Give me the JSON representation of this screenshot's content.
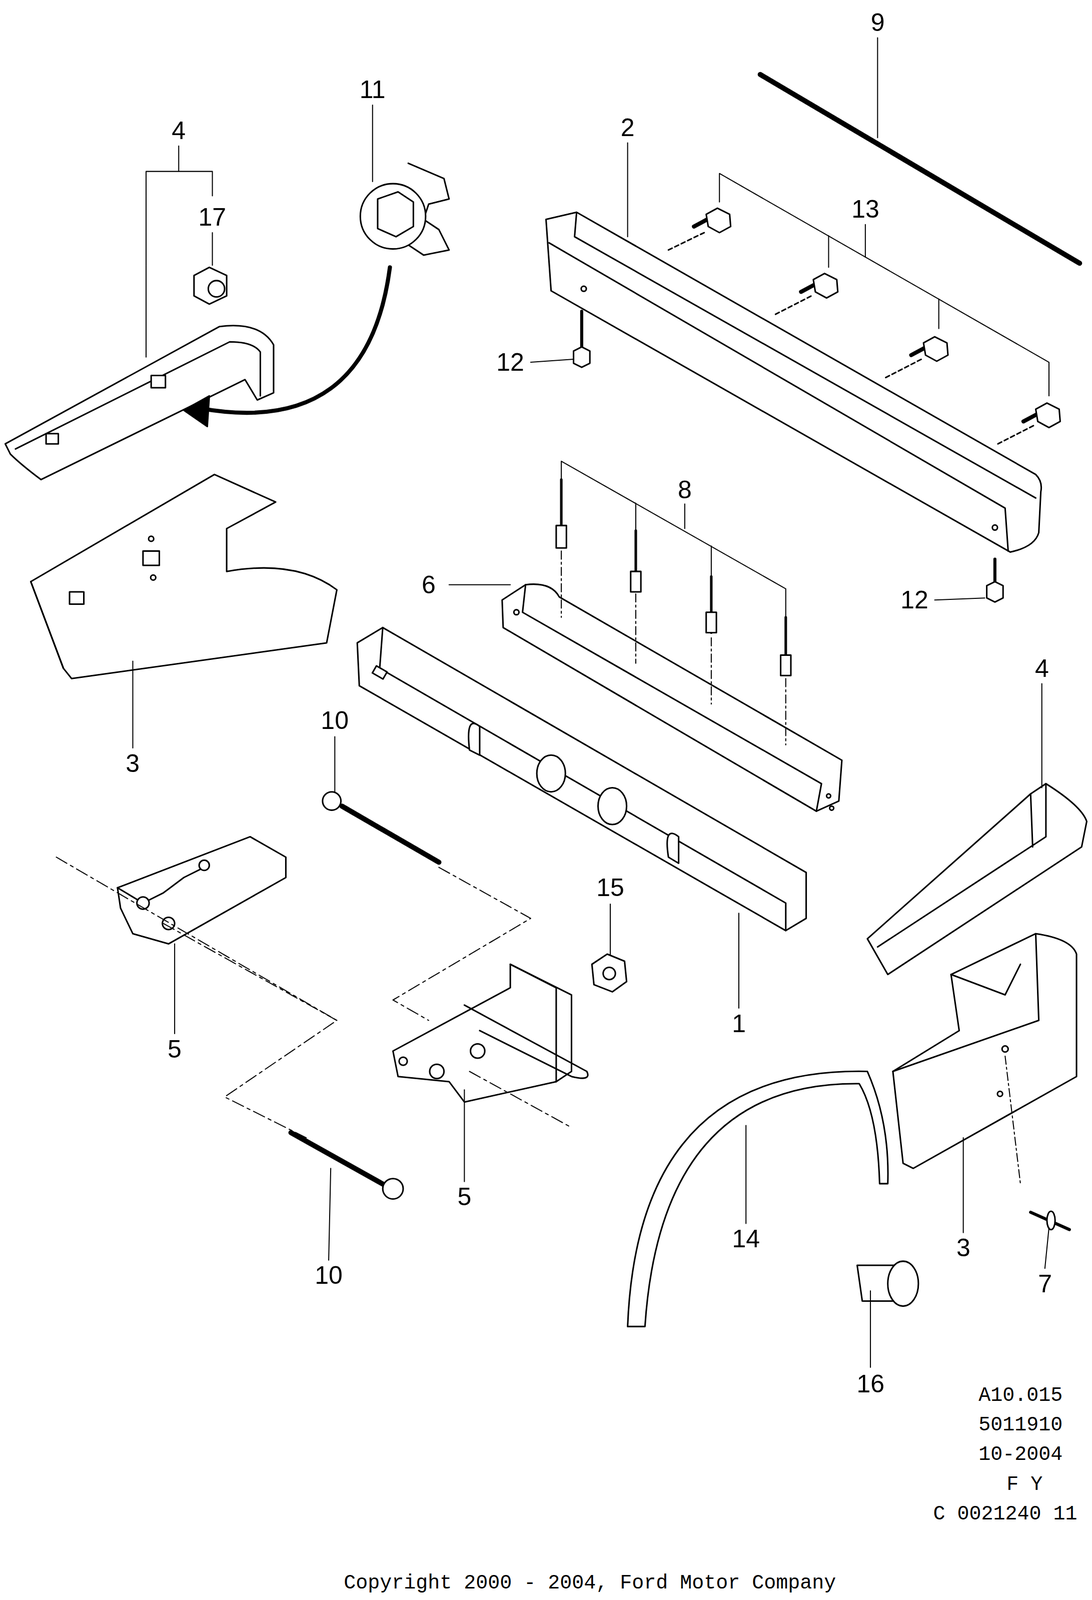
{
  "diagram": {
    "labels": [
      "9",
      "11",
      "4",
      "2",
      "13",
      "17",
      "12",
      "8",
      "6",
      "12",
      "4",
      "3",
      "10",
      "15",
      "1",
      "5",
      "5",
      "14",
      "3",
      "10",
      "7",
      "16",
      "A10.015",
      "5011910",
      "10-2004",
      "F Y",
      "C 0021240 11",
      "Copyright 2000 - 2004, Ford Motor Company"
    ]
  }
}
